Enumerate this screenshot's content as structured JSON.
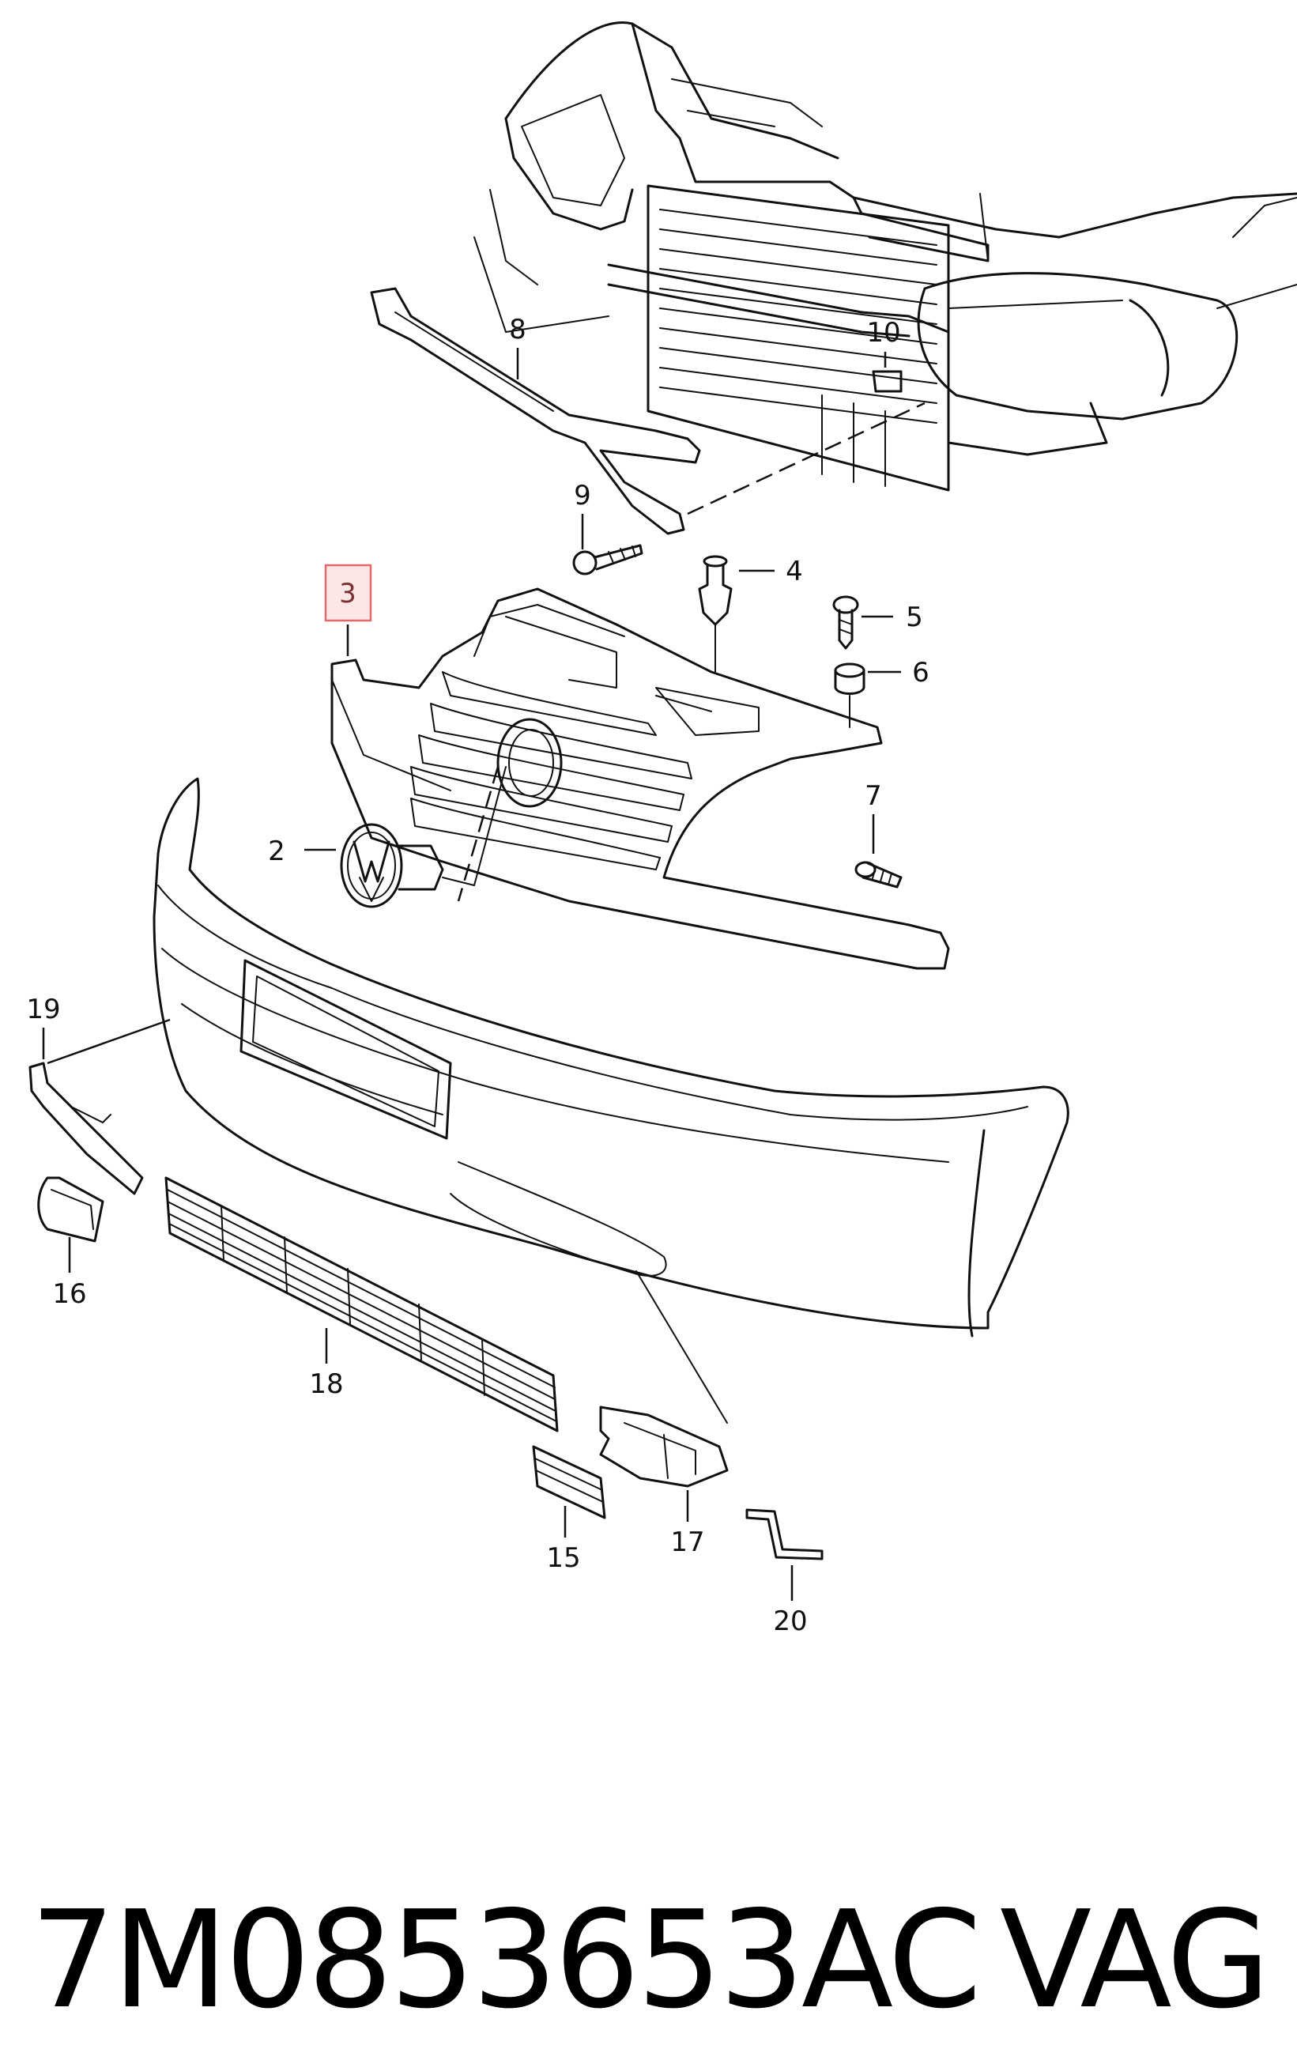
{
  "callouts": [
    {
      "id": "c1",
      "label": "2"
    },
    {
      "id": "c2",
      "label": "3",
      "highlight_color": "#e06a6a",
      "highlight_fill": "#fde6e6"
    },
    {
      "id": "c3",
      "label": "4"
    },
    {
      "id": "c4",
      "label": "5"
    },
    {
      "id": "c5",
      "label": "6"
    },
    {
      "id": "c6",
      "label": "7"
    },
    {
      "id": "c7",
      "label": "8"
    },
    {
      "id": "c8",
      "label": "9"
    },
    {
      "id": "c9",
      "label": "10"
    },
    {
      "id": "c10",
      "label": "15"
    },
    {
      "id": "c11",
      "label": "16"
    },
    {
      "id": "c12",
      "label": "17"
    },
    {
      "id": "c13",
      "label": "18"
    },
    {
      "id": "c14",
      "label": "19"
    },
    {
      "id": "c15",
      "label": "20"
    }
  ],
  "caption": {
    "part_number": "7M0853653AC",
    "brand": "VAG"
  }
}
